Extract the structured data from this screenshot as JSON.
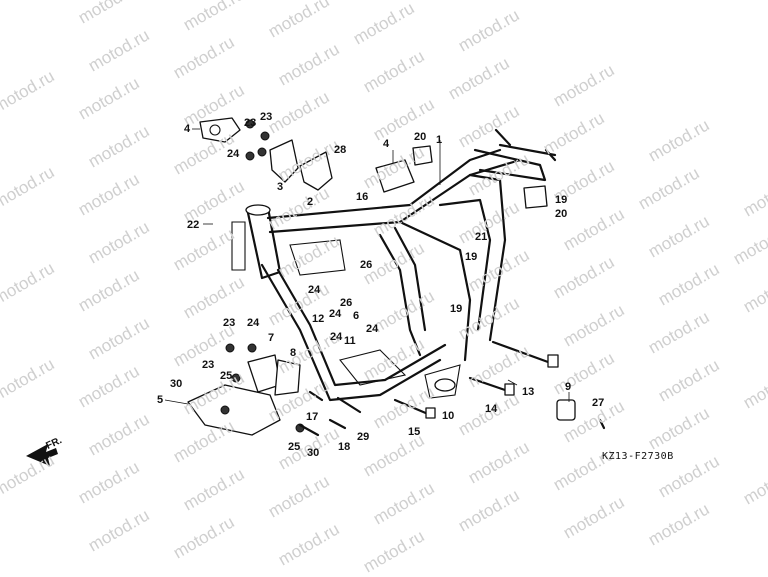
{
  "watermark": "motod.ru",
  "diagram_code": "KZ13-F2730B",
  "direction_label": "FR.",
  "callouts": {
    "c1": "1",
    "c2": "2",
    "c3": "3",
    "c4a": "4",
    "c4b": "4",
    "c5": "5",
    "c6": "6",
    "c7": "7",
    "c8": "8",
    "c9": "9",
    "c10": "10",
    "c11": "11",
    "c12": "12",
    "c13": "13",
    "c14": "14",
    "c15": "15",
    "c16": "16",
    "c17": "17",
    "c18": "18",
    "c19a": "19",
    "c19b": "19",
    "c19c": "19",
    "c20a": "20",
    "c20b": "20",
    "c21": "21",
    "c22": "22",
    "c23a": "23",
    "c23b": "23",
    "c23c": "23",
    "c23d": "23",
    "c24a": "24",
    "c24b": "24",
    "c24c": "24",
    "c24d": "24",
    "c24e": "24",
    "c24f": "24",
    "c25a": "25",
    "c25b": "25",
    "c26a": "26",
    "c26b": "26",
    "c27": "27",
    "c28": "28",
    "c29": "29",
    "c30a": "30",
    "c30b": "30"
  }
}
